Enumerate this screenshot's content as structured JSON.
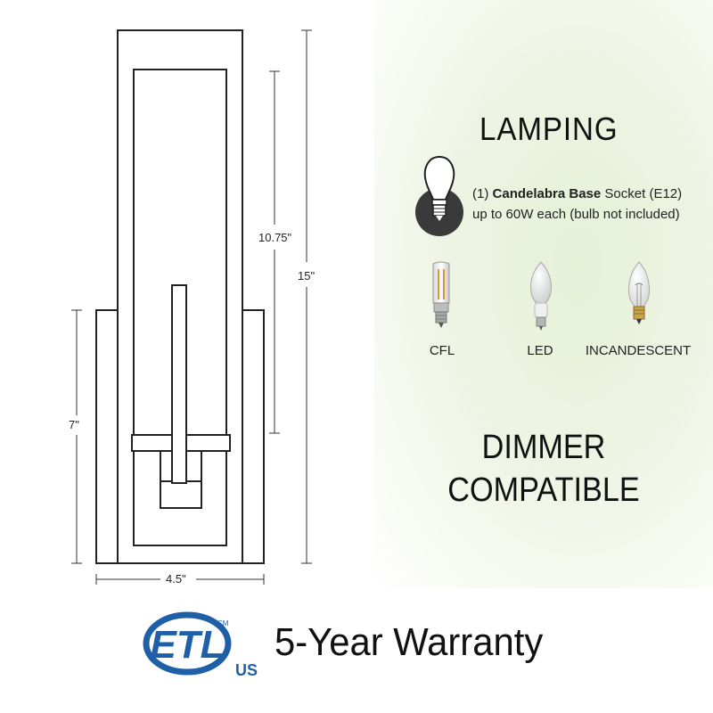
{
  "dimensions": {
    "width": "4.5\"",
    "height_total": "15\"",
    "height_shade": "10.75\"",
    "height_backplate": "7\""
  },
  "lamping": {
    "title": "LAMPING",
    "socket_count": "(1)",
    "socket_type": "Candelabra Base",
    "socket_suffix": "Socket (E12)",
    "wattage": "up to 60W each (bulb not included)",
    "bulb_types": [
      "CFL",
      "LED",
      "INCANDESCENT"
    ]
  },
  "dimmer": {
    "line1": "DIMMER",
    "line2": "COMPATIBLE"
  },
  "certification": {
    "mark": "ETL",
    "region": "US",
    "cm": "CM"
  },
  "warranty": "5-Year Warranty",
  "icons": [
    "candelabra-bulb-icon",
    "cfl-bulb-icon",
    "led-bulb-icon",
    "incandescent-bulb-icon",
    "etl-logo-icon"
  ],
  "colors": {
    "panel_green": "#e6f0d6",
    "etl_blue": "#1f5fa8",
    "fixture_line": "#222222"
  }
}
